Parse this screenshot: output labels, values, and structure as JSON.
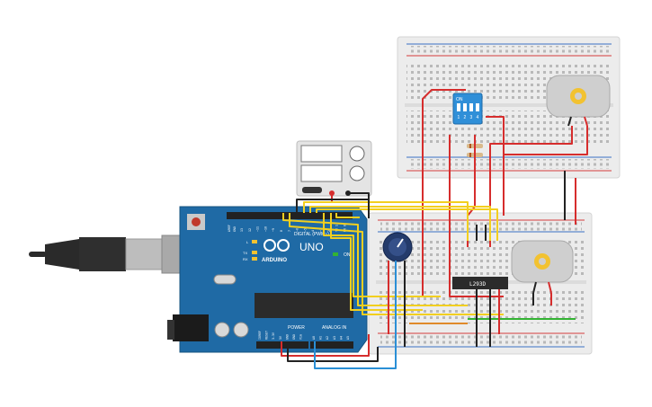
{
  "colors": {
    "background": "#ffffff",
    "breadboard": "#ececec",
    "breadboard_edge": "#d4d4d4",
    "rail_red": "#d43c3c",
    "rail_blue": "#3a6fc4",
    "arduino_board": "#1f6aa5",
    "arduino_dark": "#16537f",
    "chip": "#2b2b2b",
    "wire_red": "#d62d2d",
    "wire_black": "#222222",
    "wire_yellow": "#f2cf1f",
    "wire_blue": "#2a8fd6",
    "wire_green": "#33b333",
    "wire_orange": "#e08a2a",
    "motor_body": "#cfcfcf",
    "motor_gear": "#f2c231",
    "dip_switch": "#2f8fd8",
    "usb_cable": "#2a2a2a",
    "usb_plug": "#bdbdbd"
  },
  "arduino": {
    "logo_text": "ARDUINO",
    "model": "UNO",
    "digital_label": "DIGITAL (PWM~)",
    "power_label": "POWER",
    "analog_label": "ANALOG IN",
    "on_label": "ON",
    "led_labels": [
      "L",
      "TX",
      "RX"
    ],
    "aref": "AREF",
    "gnd": "GND",
    "digital_pins": [
      "13",
      "12",
      "~11",
      "~10",
      "~9",
      "8",
      "7",
      "~6",
      "~5",
      "4",
      "~3",
      "2",
      "TX 1",
      "RX 0"
    ],
    "power_pins": [
      "IOREF",
      "RESET",
      "3.3V",
      "5V",
      "GND",
      "GND",
      "Vin"
    ],
    "analog_pins": [
      "A0",
      "A1",
      "A2",
      "A3",
      "A4",
      "A5"
    ]
  },
  "motor_driver": {
    "label": "L293D"
  },
  "dip_switch": {
    "on_label": "ON",
    "positions": [
      "1",
      "2",
      "3",
      "4"
    ]
  },
  "icons": [
    "usb-cable-icon",
    "motor-gear-icon",
    "potentiometer-knob-icon",
    "power-jack-icon"
  ]
}
